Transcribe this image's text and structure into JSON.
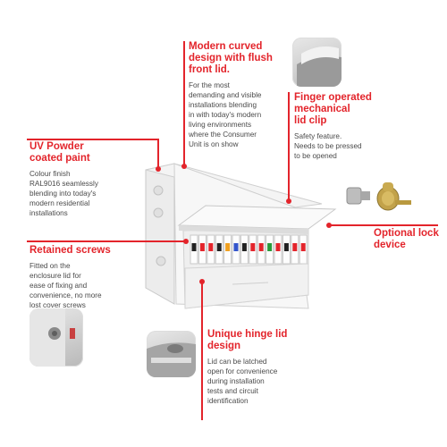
{
  "accent": "#e3242b",
  "callouts": {
    "curved": {
      "title": "Modern curved\ndesign with flush\nfront lid.",
      "desc": "For the most\ndemanding and visible\ninstallations blending\nin with today's modern\nliving environments\nwhere the Consumer\nUnit is on show"
    },
    "clip": {
      "title": "Finger operated\nmechanical\nlid clip",
      "desc": "Safety feature.\nNeeds to be pressed\nto be opened"
    },
    "uv": {
      "title": "UV Powder\ncoated paint",
      "desc": "Colour finish\nRAL9016 seamlessly\nblending into today's\nmodern residential\ninstallations"
    },
    "lock": {
      "title": "Optional lock\ndevice"
    },
    "screws": {
      "title": "Retained screws",
      "desc": "Fitted on the\nenclosure lid for\nease of fixing and\nconvenience, no more\nlost cover screws"
    },
    "hinge": {
      "title": "Unique hinge lid\ndesign",
      "desc": "Lid can be latched\nopen for convenience\nduring installation\ntests and circuit\nidentification"
    }
  },
  "icons": {
    "clip_thumb": "lid-clip-photo",
    "screw_thumb": "retained-screw-photo",
    "hinge_thumb": "hinge-photo",
    "lock_photo": "lock-and-key-icon",
    "unit_photo": "consumer-unit-illustration"
  }
}
